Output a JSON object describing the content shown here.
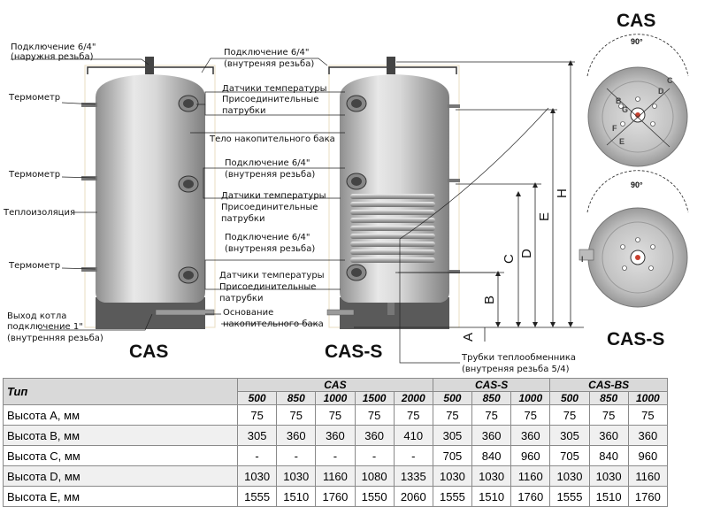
{
  "labels": {
    "conn_ext": "Подключение 6/4\"",
    "conn_ext2": "(наружня резьба)",
    "thermo": "Термометр",
    "insulation": "Теплоизоляция",
    "boiler_out1": "Выход котла",
    "boiler_out2": "подключение 1\"",
    "boiler_out3": "(внутренняя резьба)",
    "conn_int": "Подключение 6/4\"",
    "conn_int2": "(внутреняя резьба)",
    "sensors": "Датчики температуры",
    "pipes1": "Присоединительные",
    "pipes2": "патрубки",
    "body": "Тело накопительного  бака",
    "base1": "Основание",
    "base2": "накопительного бака",
    "hx1": "Трубки теплообменника",
    "hx2": "(внутреняя резьба 5/4)",
    "cas": "CAS",
    "cas_s": "CAS-S",
    "top_cas": "CAS",
    "bottom_cas_s": "CAS-S",
    "angle": "90°",
    "dims": [
      "A",
      "B",
      "C",
      "D",
      "E",
      "H"
    ],
    "circle_letters": [
      "B",
      "G",
      "F",
      "E",
      "D",
      "C"
    ],
    "circle2_letter": "I"
  },
  "table": {
    "type_label": "Тип",
    "groups": [
      "CAS",
      "CAS-S",
      "CAS-BS"
    ],
    "sizes": [
      "500",
      "850",
      "1000",
      "1500",
      "2000",
      "500",
      "850",
      "1000",
      "500",
      "850",
      "1000"
    ],
    "rows": [
      {
        "label": "Высота А, мм",
        "values": [
          "75",
          "75",
          "75",
          "75",
          "75",
          "75",
          "75",
          "75",
          "75",
          "75",
          "75"
        ]
      },
      {
        "label": "Высота B, мм",
        "values": [
          "305",
          "360",
          "360",
          "360",
          "410",
          "305",
          "360",
          "360",
          "305",
          "360",
          "360"
        ]
      },
      {
        "label": "Высота C, мм",
        "values": [
          "-",
          "-",
          "-",
          "-",
          "-",
          "705",
          "840",
          "960",
          "705",
          "840",
          "960"
        ]
      },
      {
        "label": "Высота D, мм",
        "values": [
          "1030",
          "1030",
          "1160",
          "1080",
          "1335",
          "1030",
          "1030",
          "1160",
          "1030",
          "1030",
          "1160"
        ]
      },
      {
        "label": "Высота E, мм",
        "values": [
          "1555",
          "1510",
          "1760",
          "1550",
          "2060",
          "1555",
          "1510",
          "1760",
          "1555",
          "1510",
          "1760"
        ]
      }
    ]
  },
  "colors": {
    "tank_light": "#e6e6e6",
    "tank_dark": "#8c8c8c",
    "base": "#555555",
    "header_bg": "#d9d9d9"
  }
}
